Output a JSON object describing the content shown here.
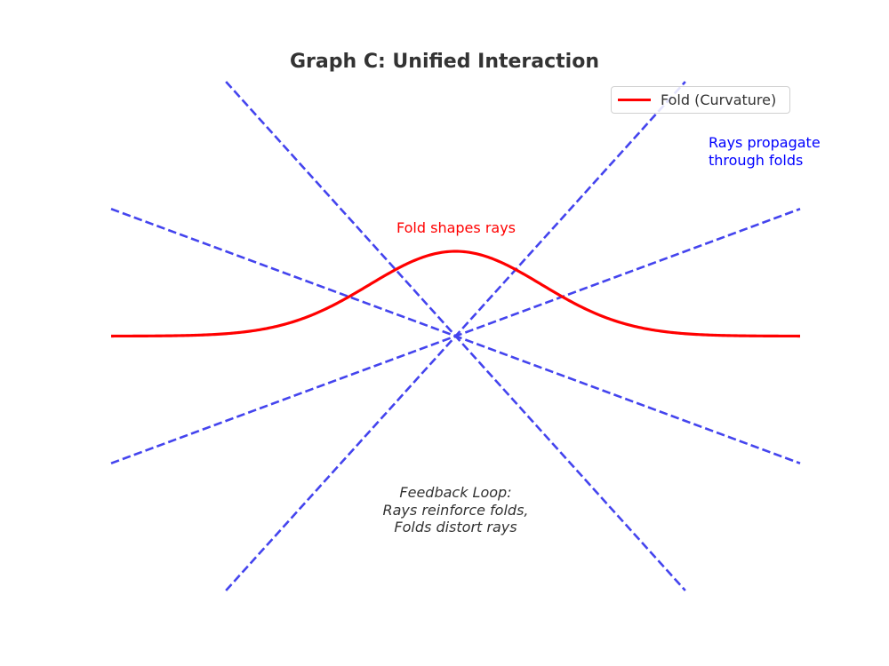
{
  "chart_data": {
    "type": "line",
    "title": "Graph C: Unified Interaction",
    "xlabel": "",
    "ylabel": "",
    "xlim": [
      -10,
      10
    ],
    "ylim": [
      -6,
      6
    ],
    "axes_visible": false,
    "grid": false,
    "series": [
      {
        "name": "Fold (Curvature)",
        "kind": "gaussian",
        "amplitude": 2.0,
        "width_param": 12.5,
        "x_range": [
          -10,
          10
        ],
        "color": "#ff0000",
        "style": "solid",
        "in_legend": true
      },
      {
        "name": "ray",
        "kind": "line-through-origin",
        "slopes": [
          0.3,
          -0.3,
          0.9,
          -0.9
        ],
        "x_range": [
          -10,
          10
        ],
        "color": "#4444ee",
        "style": "dashed",
        "in_legend": false
      }
    ],
    "legend": {
      "position": "top-right",
      "entries": [
        "Fold (Curvature)"
      ]
    },
    "annotations": [
      {
        "text": "Fold shapes rays",
        "color": "#ff0000",
        "style": "normal"
      },
      {
        "text": "Rays propagate\nthrough folds",
        "color": "#0000ff",
        "style": "normal"
      },
      {
        "text": "Feedback Loop:\nRays reinforce folds,\nFolds distort rays",
        "color": "#333333",
        "style": "italic"
      }
    ]
  },
  "labels": {
    "title": "Graph C: Unified Interaction",
    "legend_entry": "Fold (Curvature)",
    "fold_note": "Fold shapes rays",
    "rays_note_line1": "Rays propagate",
    "rays_note_line2": "through folds",
    "feedback_line1": "Feedback Loop:",
    "feedback_line2": "Rays reinforce folds,",
    "feedback_line3": "Folds distort rays"
  },
  "colors": {
    "fold": "#ff0000",
    "ray": "#4444ee",
    "rays_note": "#0000ff",
    "text": "#333333"
  }
}
